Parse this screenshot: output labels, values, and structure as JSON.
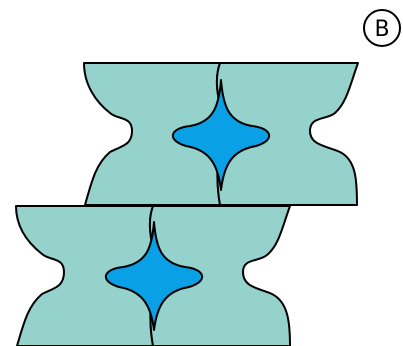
{
  "badge": {
    "label": "B"
  },
  "colors": {
    "tile_fill": "#96d2cc",
    "star_fill": "#0aa0e6",
    "stroke": "#000000",
    "background": "#ffffff"
  },
  "shapes": {
    "tile": "interlocking-puzzle-tile",
    "star": "four-point-star",
    "tile_count": 4,
    "rows": 2
  }
}
